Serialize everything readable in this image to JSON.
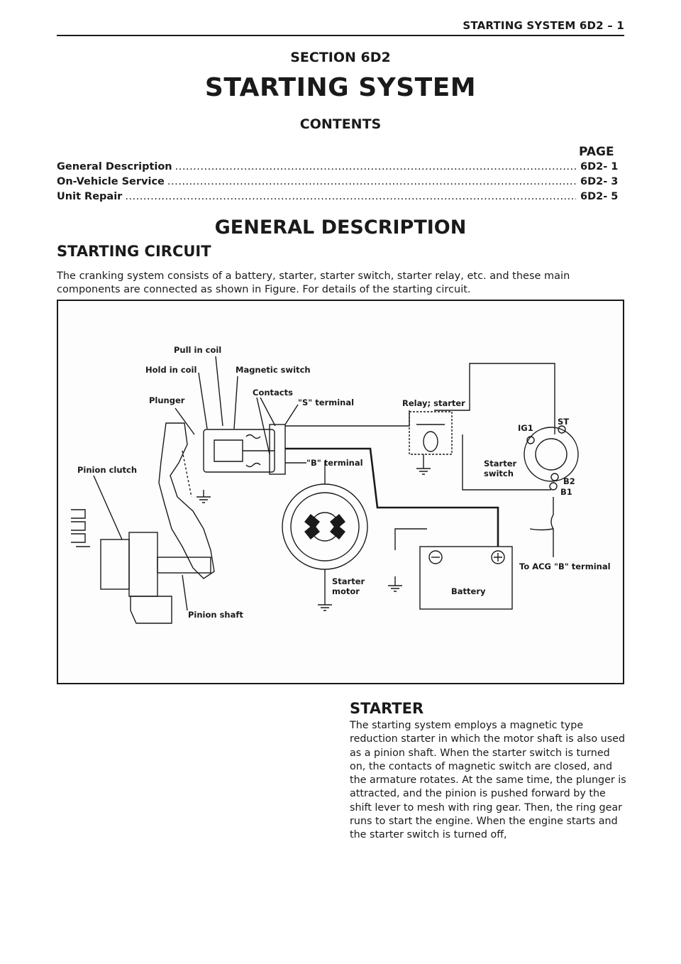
{
  "header": {
    "running_title": "STARTING SYSTEM 6D2 – 1"
  },
  "section_label": "SECTION 6D2",
  "main_title": "STARTING SYSTEM",
  "contents_label": "CONTENTS",
  "toc": {
    "page_column_label": "PAGE",
    "entries": [
      {
        "title": "General Description",
        "page": "6D2- 1"
      },
      {
        "title": "On-Vehicle Service",
        "page": "6D2- 3"
      },
      {
        "title": "Unit Repair",
        "page": "6D2- 5"
      }
    ]
  },
  "general_description": {
    "heading": "GENERAL DESCRIPTION",
    "subheading": "STARTING CIRCUIT",
    "paragraph": "The cranking system consists of a battery, starter, starter switch, starter relay, etc. and these main components are connected as shown in Figure. For details of the starting circuit."
  },
  "figure_labels": {
    "pull_in_coil": "Pull in coil",
    "hold_in_coil": "Hold in coil",
    "magnetic_switch": "Magnetic switch",
    "contacts": "Contacts",
    "plunger": "Plunger",
    "s_terminal": "\"S\" terminal",
    "relay_starter": "Relay; starter",
    "ig1": "IG1",
    "st": "ST",
    "b_terminal": "\"B\" terminal",
    "pinion_clutch": "Pinion clutch",
    "starter_switch_line1": "Starter",
    "starter_switch_line2": "switch",
    "b2": "B2",
    "b1": "B1",
    "to_acg": "To ACG \"B\" terminal",
    "starter_motor_line1": "Starter",
    "starter_motor_line2": "motor",
    "battery": "Battery",
    "pinion_shaft": "Pinion shaft"
  },
  "starter": {
    "heading": "STARTER",
    "paragraph": "The starting system employs a magnetic type reduction starter in which the motor shaft is also used as a pinion shaft. When the starter switch is turned on, the contacts of magnetic switch are closed, and the armature rotates. At the same time, the plunger is attracted, and the pinion is pushed forward by the shift lever to mesh with ring gear. Then, the ring gear runs to start the engine. When the engine starts and the starter switch is turned off,"
  }
}
